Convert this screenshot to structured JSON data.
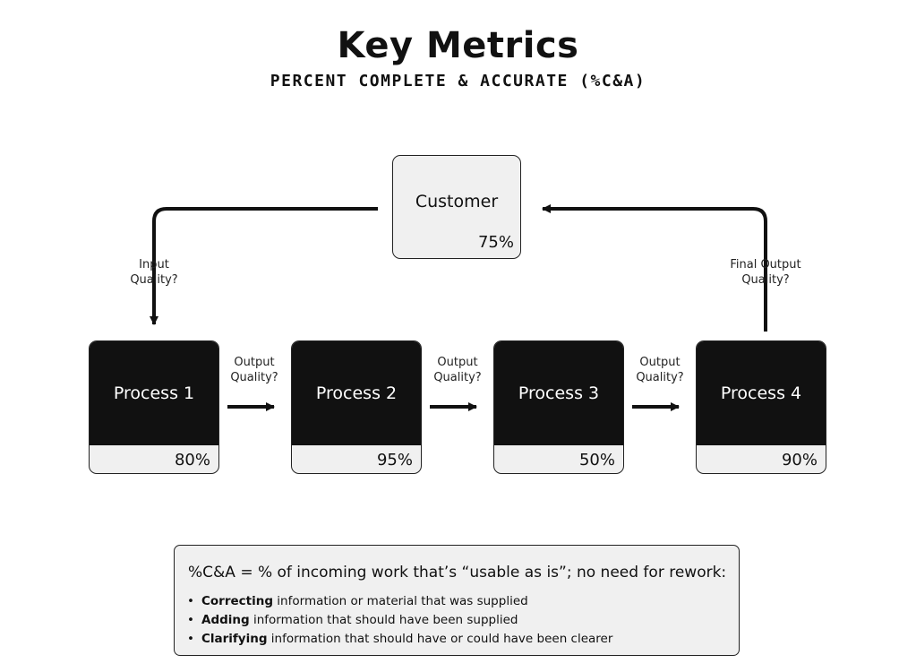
{
  "header": {
    "title": "Key Metrics",
    "subtitle": "PERCENT COMPLETE & ACCURATE (%C&A)"
  },
  "customer": {
    "label": "Customer",
    "percent": "75%"
  },
  "processes": [
    {
      "label": "Process 1",
      "percent": "80%"
    },
    {
      "label": "Process 2",
      "percent": "95%"
    },
    {
      "label": "Process 3",
      "percent": "50%"
    },
    {
      "label": "Process 4",
      "percent": "90%"
    }
  ],
  "connectors": {
    "input_quality": [
      "Input",
      "Quality?"
    ],
    "output_quality": [
      "Output",
      "Quality?"
    ],
    "final_output_quality": [
      "Final Output",
      "Quality?"
    ]
  },
  "definition": {
    "heading": "%C&A = % of incoming work that’s “usable as is”; no need for rework:",
    "bullet": "•",
    "items": [
      {
        "bold": "Correcting",
        "rest": " information or material that was supplied"
      },
      {
        "bold": "Adding",
        "rest": " information that should have been supplied"
      },
      {
        "bold": "Clarifying",
        "rest": " information that should have or could have been clearer"
      }
    ]
  },
  "colors": {
    "process_fill": "#111111",
    "box_fill": "#f0f0f0",
    "line": "#111111"
  }
}
